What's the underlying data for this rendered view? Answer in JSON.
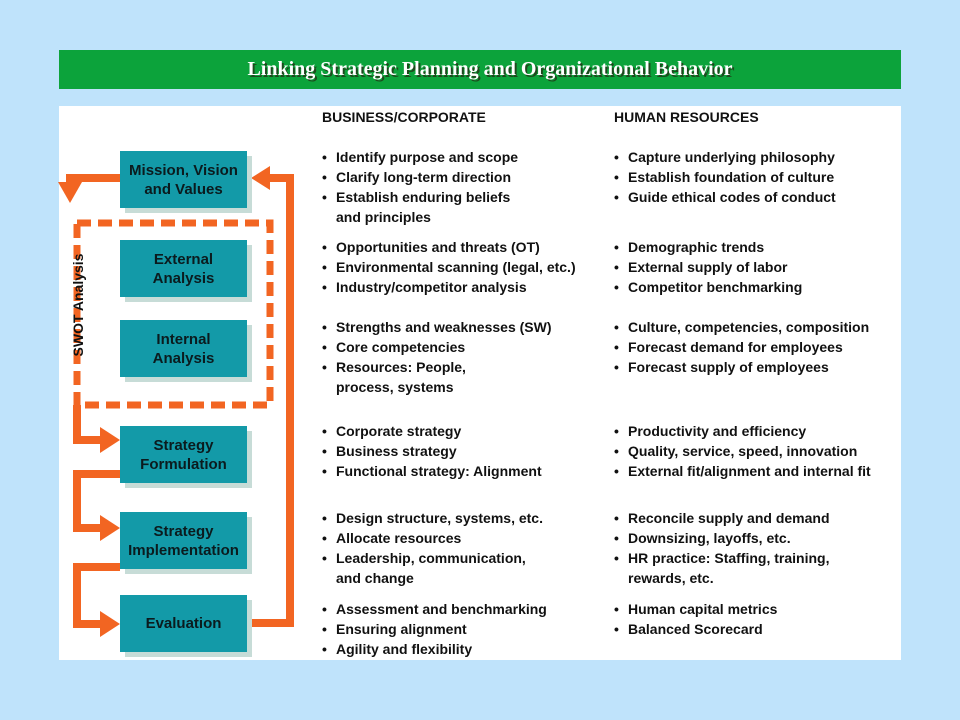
{
  "title": "Linking Strategic Planning and Organizational Behavior",
  "headers": {
    "business": "BUSINESS/CORPORATE",
    "hr": "HUMAN RESOURCES"
  },
  "boxes": [
    {
      "id": "mission",
      "label": "Mission, Vision and Values"
    },
    {
      "id": "external",
      "label": "External Analysis"
    },
    {
      "id": "internal",
      "label": "Internal Analysis"
    },
    {
      "id": "formulation",
      "label": "Strategy Formulation"
    },
    {
      "id": "implementation",
      "label": "Strategy Implementation"
    },
    {
      "id": "evaluation",
      "label": "Evaluation"
    }
  ],
  "swot_label": "SWOT Analysis",
  "colors": {
    "arrow": "#f26522",
    "box": "#139aa8",
    "title_bar": "#0ca33b",
    "background": "#bfe3fb"
  },
  "rows": [
    {
      "business": [
        "Identify purpose and scope",
        "Clarify long-term direction",
        "Establish enduring beliefs\nand principles"
      ],
      "hr": [
        "Capture underlying philosophy",
        "Establish foundation of culture",
        "Guide ethical codes of conduct"
      ]
    },
    {
      "business": [
        "Opportunities and threats (OT)",
        "Environmental scanning (legal, etc.)",
        "Industry/competitor analysis"
      ],
      "hr": [
        "Demographic trends",
        "External supply of labor",
        "Competitor benchmarking"
      ]
    },
    {
      "business": [
        "Strengths and weaknesses (SW)",
        "Core competencies",
        "Resources: People,\nprocess, systems"
      ],
      "hr": [
        "Culture, competencies, composition",
        "Forecast demand for employees",
        "Forecast supply of employees"
      ]
    },
    {
      "business": [
        "Corporate strategy",
        "Business strategy",
        "Functional strategy: Alignment"
      ],
      "hr": [
        "Productivity and efficiency",
        "Quality, service, speed, innovation",
        "External fit/alignment and internal fit"
      ]
    },
    {
      "business": [
        "Design structure, systems, etc.",
        "Allocate resources",
        "Leadership, communication,\nand change"
      ],
      "hr": [
        "Reconcile supply and demand",
        "Downsizing, layoffs, etc.",
        "HR practice: Staffing, training,\nrewards, etc."
      ]
    },
    {
      "business": [
        "Assessment and benchmarking",
        "Ensuring alignment",
        "Agility and flexibility"
      ],
      "hr": [
        "Human capital metrics",
        "Balanced Scorecard"
      ]
    }
  ]
}
